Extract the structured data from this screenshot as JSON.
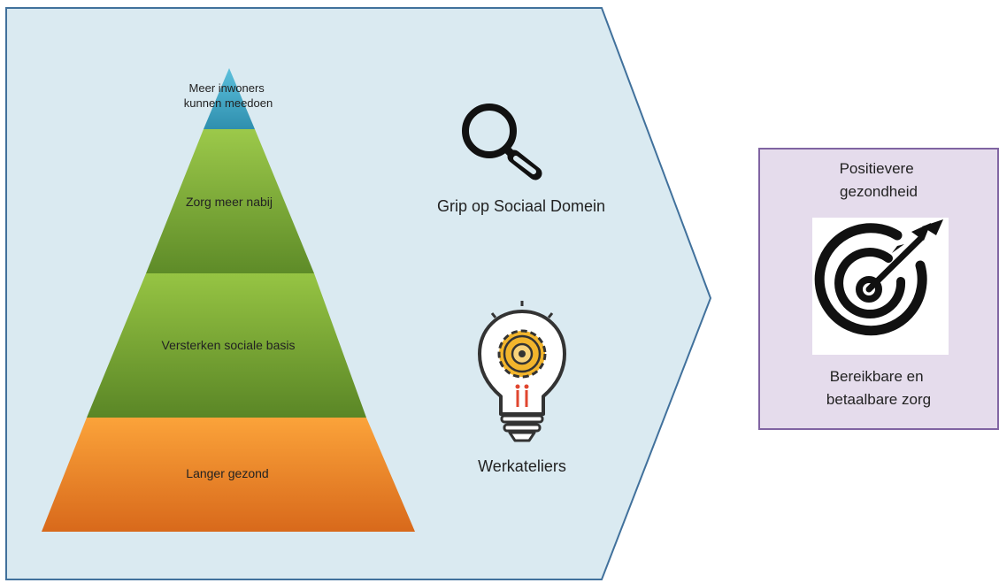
{
  "pyramid": {
    "tiers": [
      {
        "label_lines": [
          "Meer inwoners",
          "kunnen meedoen"
        ]
      },
      {
        "label_lines": [
          "Zorg meer nabij"
        ]
      },
      {
        "label_lines": [
          "Versterken sociale basis"
        ]
      },
      {
        "label_lines": [
          "Langer gezond"
        ]
      }
    ]
  },
  "instruments": {
    "grip": {
      "label": "Grip op Sociaal Domein",
      "icon": "magnifier-icon"
    },
    "ateliers": {
      "label": "Werkateliers",
      "icon": "lightbulb-gear-icon"
    }
  },
  "goal": {
    "top_lines": [
      "Positievere",
      "gezondheid"
    ],
    "bottom_lines": [
      "Bereikbare en",
      "betaalbare zorg"
    ],
    "icon": "target-arrow-icon"
  },
  "colors": {
    "arrow_fill": "#daeaf1",
    "arrow_stroke": "#41719c",
    "goal_fill": "#e5dcec",
    "goal_stroke": "#8064a2",
    "tier_top": "#3aa3c0",
    "tier_green": "#8fbf3f",
    "tier_green_dark": "#5c8a26",
    "tier_orange": "#f59a2f",
    "tier_orange_dark": "#d9701e",
    "bulb_gold": "#f2b52c"
  }
}
